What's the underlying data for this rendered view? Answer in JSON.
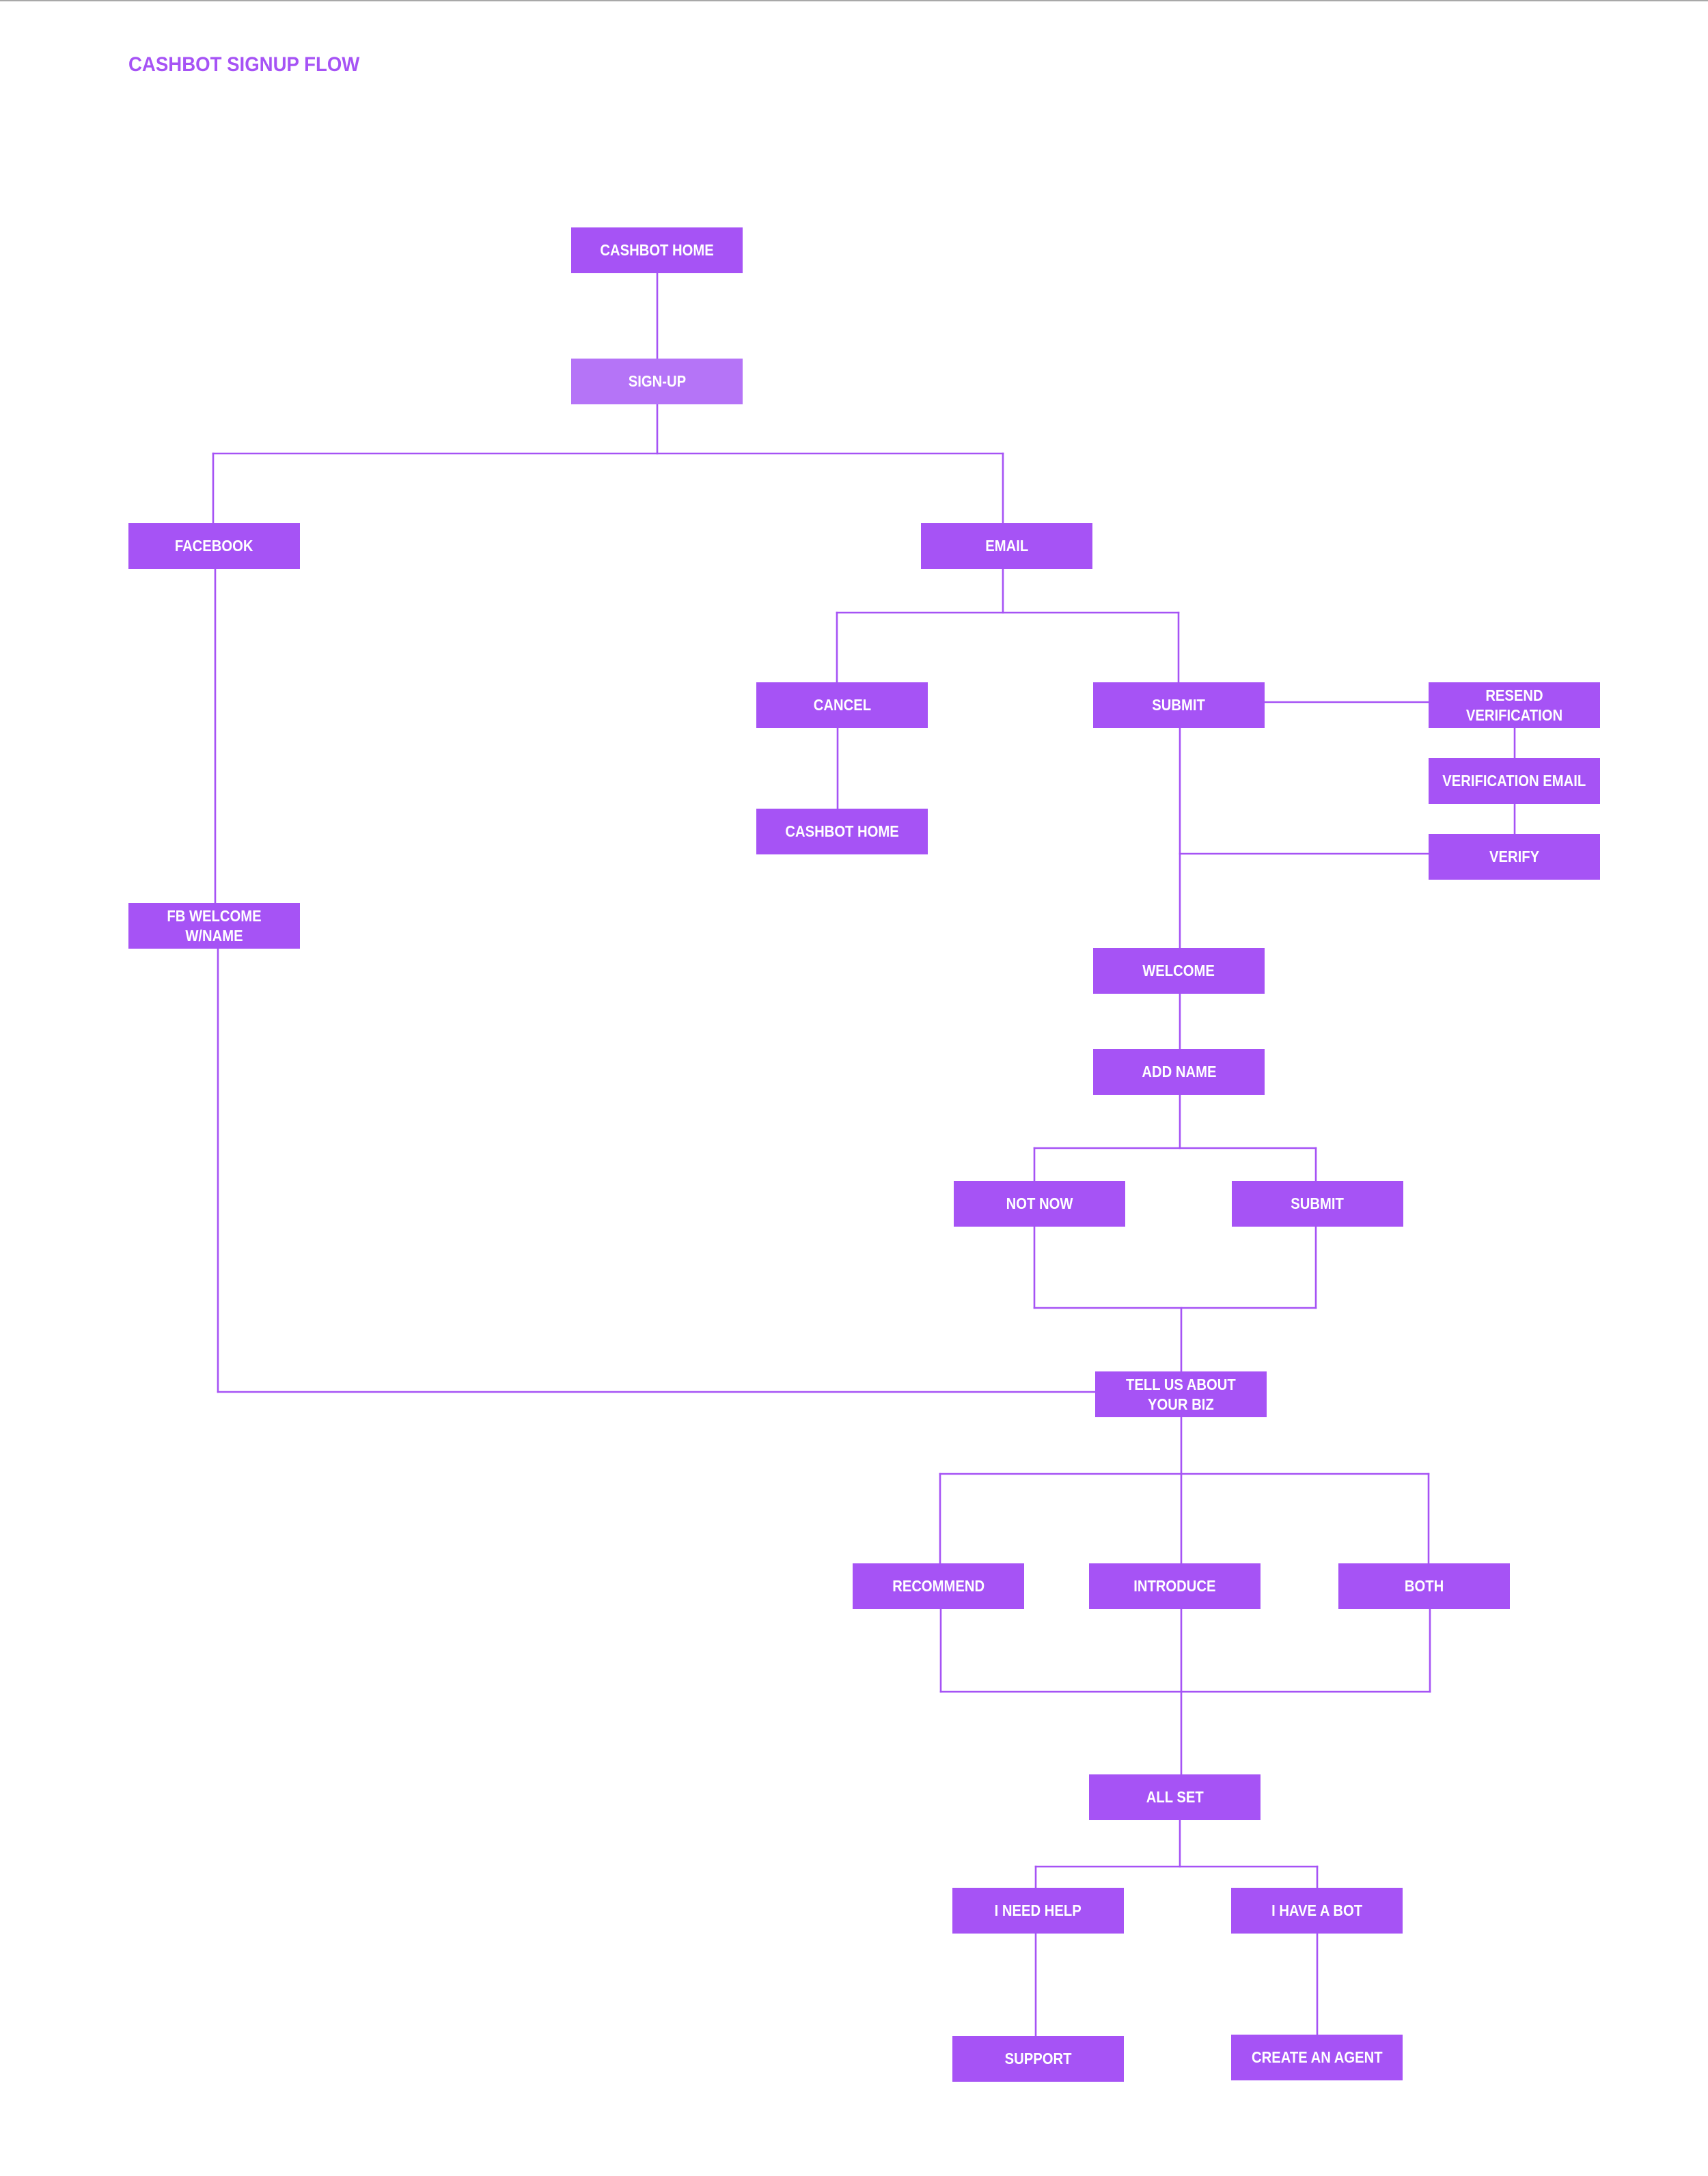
{
  "title": "CASHBOT SIGNUP FLOW",
  "colors": {
    "accent": "#a653f5",
    "accent_light": "#b574f7",
    "node_text": "#ffffff",
    "background": "#ffffff"
  },
  "nodes": {
    "cashbot_home": "CASHBOT HOME",
    "sign_up": "SIGN-UP",
    "facebook": "FACEBOOK",
    "email": "EMAIL",
    "cancel": "CANCEL",
    "submit_email": "SUBMIT",
    "resend_verification": "RESEND VERIFICATION",
    "verification_email": "VERIFICATION EMAIL",
    "verify": "VERIFY",
    "cancel_cashbot_home": "CASHBOT HOME",
    "fb_welcome": "FB WELCOME W/NAME",
    "welcome": "WELCOME",
    "add_name": "ADD NAME",
    "not_now": "NOT NOW",
    "submit_name": "SUBMIT",
    "tell_us_biz": "TELL US ABOUT\nYOUR BIZ",
    "recommend": "RECOMMEND",
    "introduce": "INTRODUCE",
    "both": "BOTH",
    "all_set": "ALL SET",
    "i_need_help": "I NEED HELP",
    "i_have_a_bot": "I HAVE A BOT",
    "support": "SUPPORT",
    "create_an_agent": "CREATE AN AGENT"
  }
}
